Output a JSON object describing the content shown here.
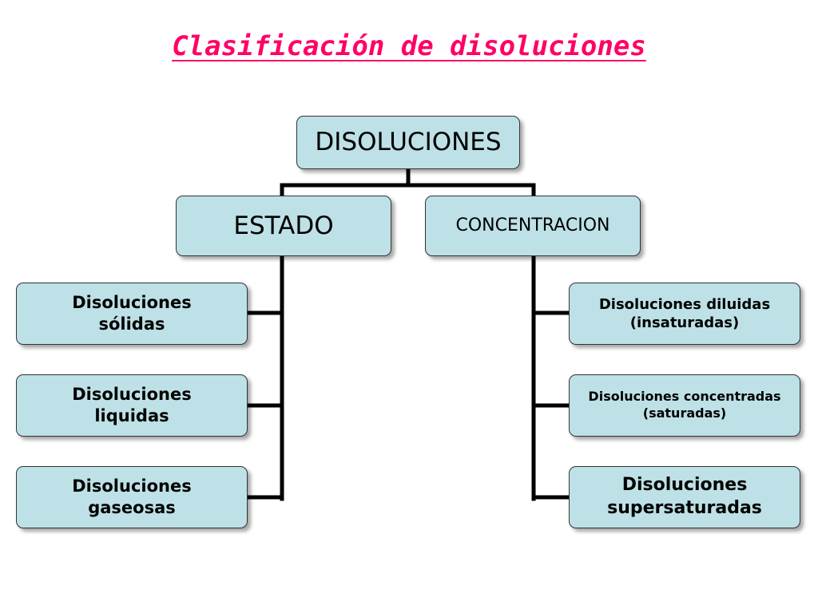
{
  "title": "Clasificación de disoluciones",
  "colors": {
    "title": "#ff0066",
    "box_fill": "#bde1e6",
    "connector": "#000000"
  },
  "root": {
    "label": "DISOLUCIONES"
  },
  "branches": [
    {
      "label": "ESTADO",
      "children": [
        "Disoluciones\nsólidas",
        "Disoluciones\nliquidas",
        "Disoluciones\ngaseosas"
      ]
    },
    {
      "label": "CONCENTRACION",
      "children": [
        "Disoluciones diluidas\n(insaturadas)",
        "Disoluciones concentradas\n(saturadas)",
        "Disoluciones\nsupersaturadas"
      ]
    }
  ]
}
